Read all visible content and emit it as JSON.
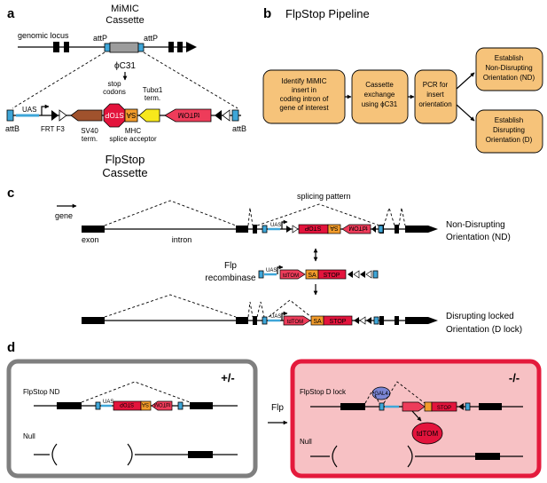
{
  "panels": {
    "a": "a",
    "b": "b",
    "c": "c",
    "d": "d"
  },
  "a": {
    "mimic_title_1": "MiMIC",
    "mimic_title_2": "Cassette",
    "genomic_locus": "genomic locus",
    "attP_left": "attP",
    "attP_right": "attP",
    "phiC31": "ϕC31",
    "stop_codons_1": "stop",
    "stop_codons_2": "codons",
    "tuba1_1": "Tubα1",
    "tuba1_2": "term.",
    "uas": "UAS",
    "frt_f3": "FRT F3",
    "sv40_1": "SV40",
    "sv40_2": "term.",
    "mhc_1": "MHC",
    "mhc_2": "splice acceptor",
    "attB_left": "attB",
    "attB_right": "attB",
    "stop_box": "STOP",
    "sa_box": "SA",
    "tdtom_box": "tdTOM",
    "flpstop_1": "FlpStop",
    "flpstop_2": "Cassette"
  },
  "b": {
    "title": "FlpStop Pipeline",
    "box1": [
      "Identify MiMIC",
      "insert in",
      "coding intron of",
      "gene of interest"
    ],
    "box2": [
      "Cassette",
      "exchange",
      "using ϕC31"
    ],
    "box3": [
      "PCR for",
      "insert",
      "orientation"
    ],
    "box4": [
      "Establish",
      "Non-Disrupting",
      "Orientation (ND)"
    ],
    "box5": [
      "Establish",
      "Disrupting",
      "Orientation (D)"
    ]
  },
  "c": {
    "gene": "gene",
    "exon": "exon",
    "intron": "intron",
    "splicing_pattern": "splicing pattern",
    "nd_1": "Non-Disrupting",
    "nd_2": "Orientation (ND)",
    "flp_1": "Flp",
    "flp_2": "recombinase",
    "dlock_1": "Disrupting locked",
    "dlock_2": "Orientation (D lock)",
    "uas": "UAS",
    "tdtom": "tdTOM",
    "sa": "SA",
    "stop": "STOP"
  },
  "d": {
    "het": "+/-",
    "hom": "-/-",
    "flpstop_nd": "FlpStop ND",
    "flpstop_dlock": "FlpStop D lock",
    "null_left": "Null",
    "null_right": "Null",
    "flp": "Flp",
    "gal4": "GAL4",
    "tdtom": "tdTOM",
    "uas": "UAS",
    "stop": "STOP",
    "sa": "SA"
  },
  "colors": {
    "blue": "#3ea6d8",
    "orange_box": "#f6c37a",
    "red": "#e3143c",
    "pink_arrow": "#ee3c5a",
    "brown": "#a0522d",
    "sa_orange": "#f39c2b",
    "yellow": "#f7e81c",
    "gray_border": "#7f7f7f",
    "red_border": "#e41a3c",
    "pink_bg": "#f7c1c4",
    "gal4_blue": "#7b86d4"
  }
}
